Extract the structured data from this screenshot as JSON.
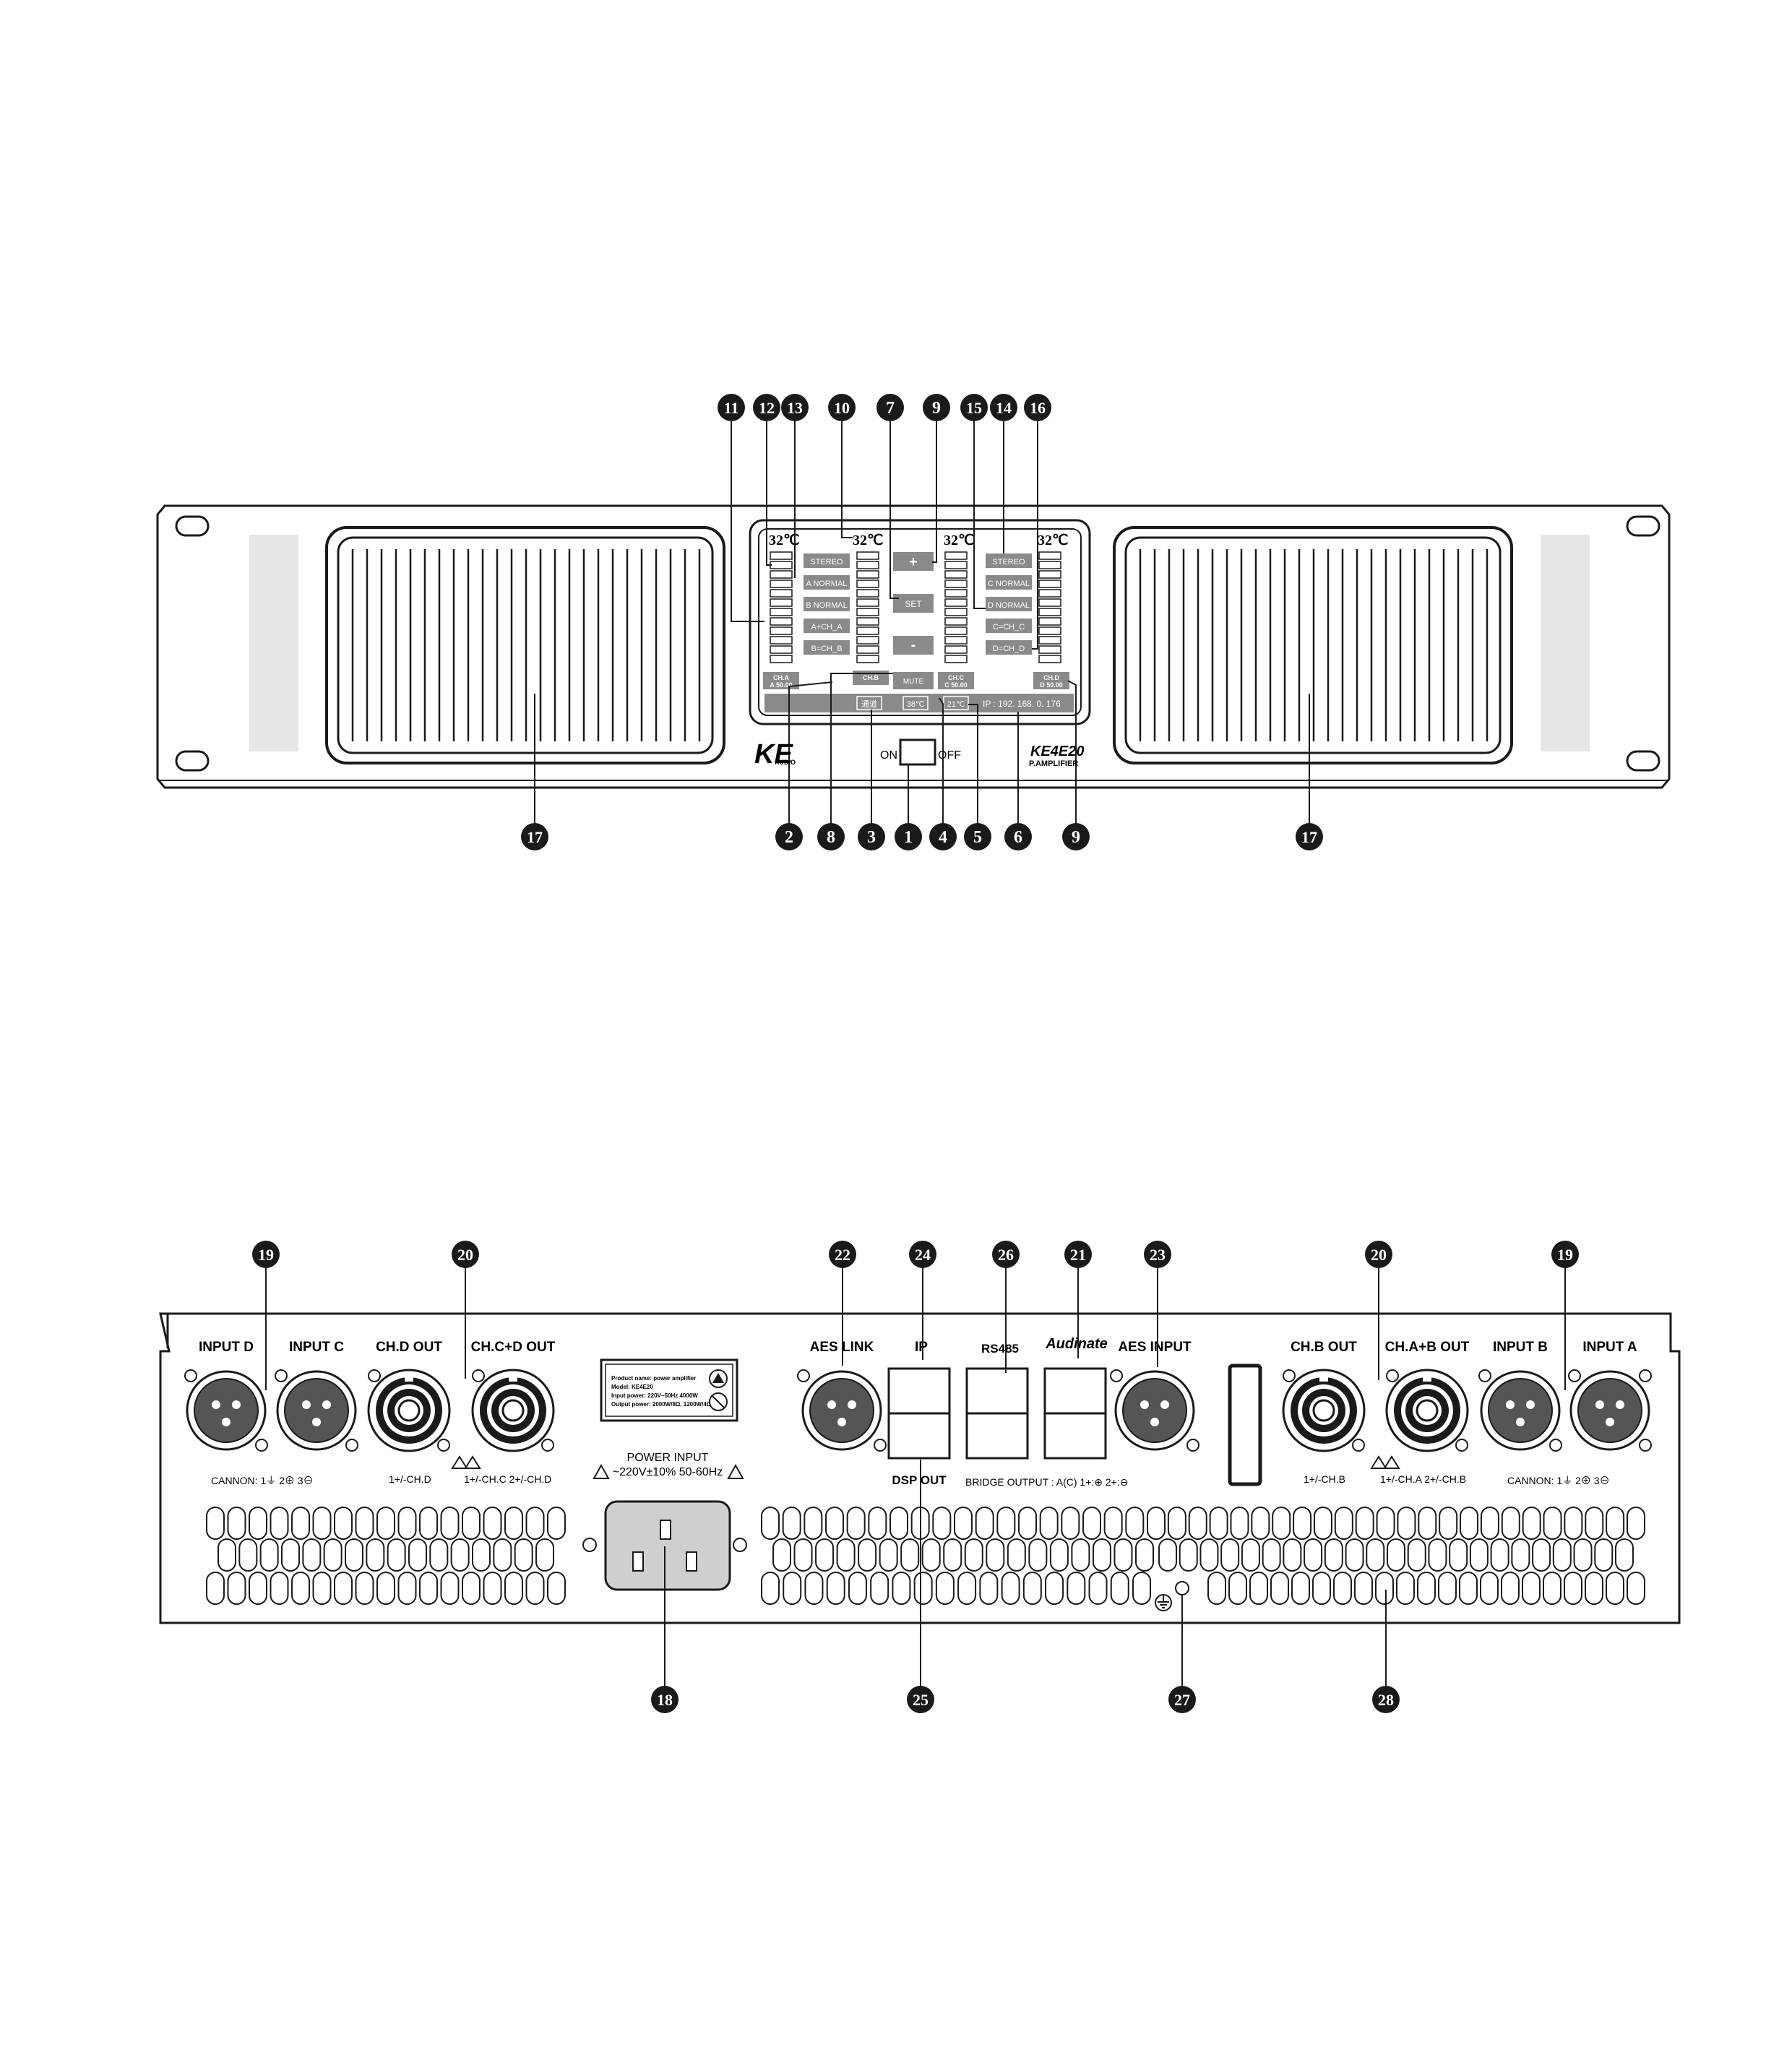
{
  "front": {
    "callouts_top": [
      "11",
      "12",
      "13",
      "10",
      "7",
      "9",
      "15",
      "14",
      "16"
    ],
    "callouts_bottom": [
      "2",
      "8",
      "3",
      "1",
      "4",
      "5",
      "6",
      "9"
    ],
    "heatsink_callout": "17",
    "temps": [
      "32℃",
      "32℃",
      "32℃",
      "32℃"
    ],
    "mode_buttons_left": [
      "STEREO",
      "A NORMAL",
      "B NORMAL",
      "A+CH_A",
      "B=CH_B"
    ],
    "mode_buttons_right": [
      "STEREO",
      "C NORMAL",
      "D NORMAL",
      "C=CH_C",
      "D=CH_D"
    ],
    "control_buttons": [
      "+",
      "SET",
      "-"
    ],
    "channels": [
      {
        "name": "CH.A",
        "value": "A 50.00"
      },
      {
        "name": "CH.B",
        "value": ""
      },
      {
        "name": "CH.C",
        "value": "C 50.00"
      },
      {
        "name": "CH.D",
        "value": "D 50.00"
      }
    ],
    "mute_label": "MUTE",
    "status_box1": "通道",
    "status_box2": "38℃",
    "status_box3": "21℃",
    "ip_text": "IP : 192. 168. 0. 176",
    "brand_logo": "KE",
    "brand_sub": "AUDIO",
    "model": "KE4E20",
    "model_sub": "P.AMPLIFIER",
    "switch_on": "ON",
    "switch_off": "OFF"
  },
  "rear": {
    "callouts_top": [
      "19",
      "20",
      "22",
      "24",
      "26",
      "21",
      "23",
      "20",
      "19"
    ],
    "callouts_bottom": [
      "18",
      "25",
      "27",
      "28"
    ],
    "labels": {
      "input_d": "INPUT  D",
      "input_c": "INPUT  C",
      "chd_out": "CH.D  OUT",
      "chcd_out": "CH.C+D  OUT",
      "aes_link": "AES  LINK",
      "ip": "IP",
      "rs485": "RS485",
      "dante": "Audinate",
      "aes_input": "AES  INPUT",
      "chb_out": "CH.B  OUT",
      "chab_out": "CH.A+B  OUT",
      "input_b": "INPUT  B",
      "input_a": "INPUT  A",
      "cannon_left": "CANNON:  1⏚   2⊕   3⊖",
      "cannon_right": "CANNON:  1⏚   2⊕   3⊖",
      "chd_pin": "1+/-CH.D",
      "chc_pin": "1+/-CH.C    2+/-CH.D",
      "chb_pin": "1+/-CH.B",
      "cha_pin": "1+/-CH.A    2+/-CH.B",
      "power_input": "POWER INPUT",
      "power_spec": "~220V±10% 50-60Hz",
      "dsp_out": "DSP OUT",
      "bridge": "BRIDGE  OUTPUT : A(C) 1+:⊕   2+:⊖"
    },
    "nameplate": [
      "Product name:  power amplifier",
      "Model:  KE4E20",
      "Input power:  220V~50Hz  4000W",
      "Output power:  2000W/8Ω,  1200W/4Ω"
    ]
  },
  "colors": {
    "ink": "#1a1a1a",
    "panel_gray": "#e6e6e6",
    "display_gray": "#8a8a8a"
  }
}
